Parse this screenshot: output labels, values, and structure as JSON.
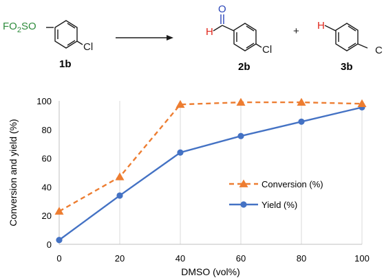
{
  "scheme": {
    "reactant": {
      "substituent_prefix": "FO",
      "substituent_sub": "2",
      "substituent_suffix": "SO",
      "para_atom": "Cl",
      "label": "1b"
    },
    "product_main": {
      "carbonyl_o": "O",
      "aldehyde_h": "H",
      "para_atom": "Cl",
      "label": "2b"
    },
    "plus": "+",
    "product_side": {
      "h_atom": "H",
      "para_atom": "C",
      "label": "3b"
    },
    "colors": {
      "substituent": "#2e8b3c",
      "hydrogen": "#e0261b",
      "oxygen": "#2a45b8",
      "bond": "#1a1a1a"
    }
  },
  "chart_data": {
    "type": "line",
    "xlabel": "DMSO (vol%)",
    "ylabel": "Conversion and yield (%)",
    "xlim": [
      0,
      100
    ],
    "ylim": [
      0,
      100
    ],
    "xticks": [
      0,
      20,
      40,
      60,
      80,
      100
    ],
    "yticks": [
      0,
      20,
      40,
      60,
      80,
      100
    ],
    "grid": {
      "vertical": true,
      "horizontal": false
    },
    "legend_position": "center-right",
    "x": [
      0,
      20,
      40,
      60,
      80,
      100
    ],
    "series": [
      {
        "name": "Conversion (%)",
        "values": [
          23,
          47,
          97.5,
          99,
          99,
          98
        ],
        "color": "#ed7d31",
        "line_style": "dashed",
        "marker": "triangle"
      },
      {
        "name": "Yield (%)",
        "values": [
          3,
          34,
          64,
          75.5,
          85.5,
          95.5
        ],
        "color": "#4472c4",
        "line_style": "solid",
        "marker": "circle"
      }
    ]
  }
}
